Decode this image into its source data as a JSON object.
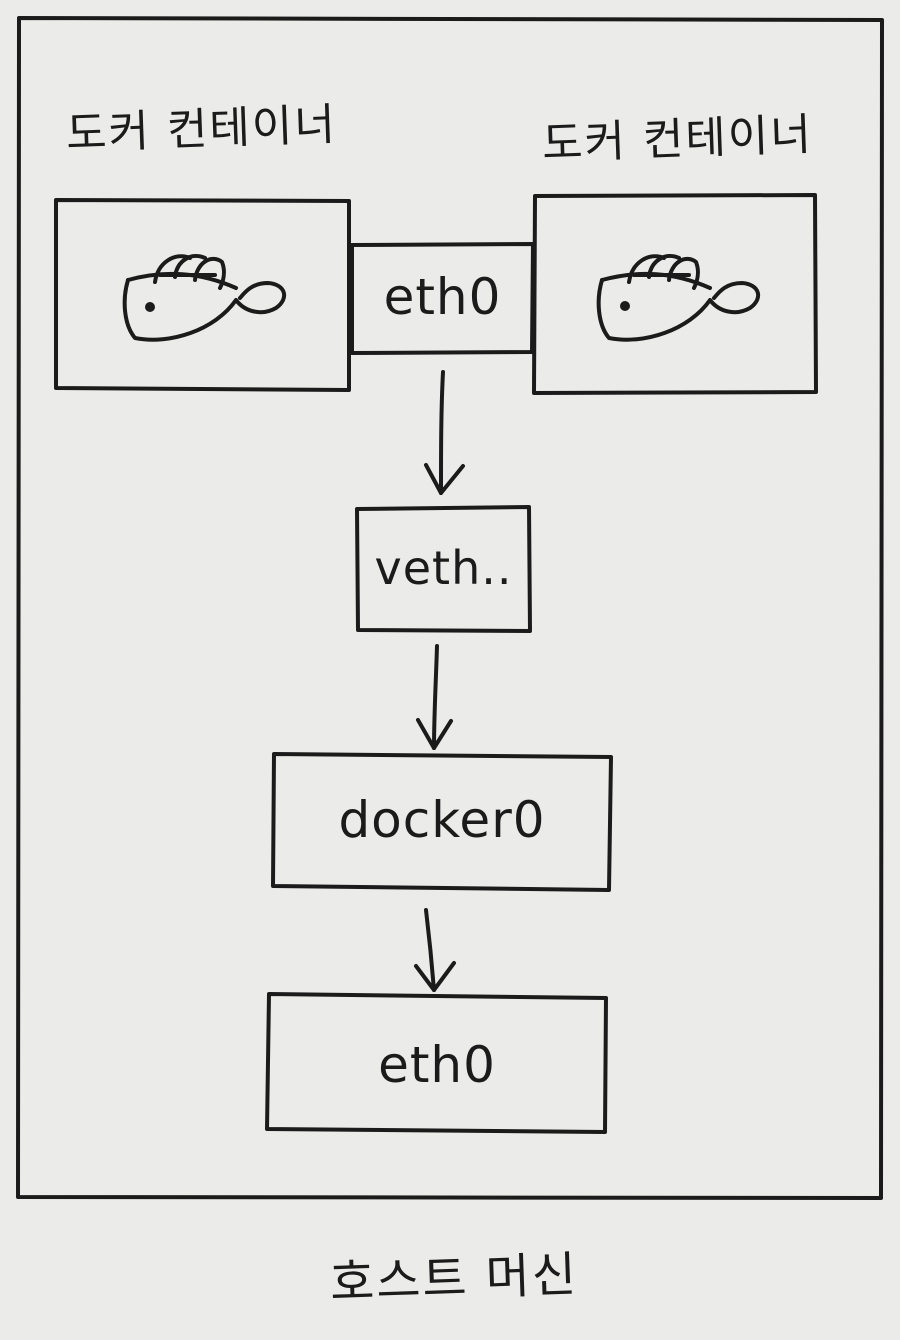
{
  "diagram": {
    "host_label": "호스트 머신",
    "containers": [
      {
        "label": "도커 컨테이너"
      },
      {
        "label": "도커 컨테이너"
      }
    ],
    "container_eth": "eth0",
    "veth": "veth..",
    "bridge": "docker0",
    "host_eth": "eth0"
  }
}
